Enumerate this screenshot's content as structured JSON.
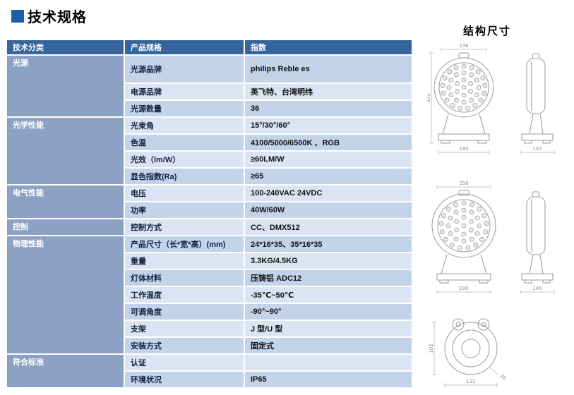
{
  "page": {
    "title": "技术规格"
  },
  "colors": {
    "header_bg": "#36649c",
    "category_bg": "#8ba2c4",
    "row_a_bg": "#c3d3ea",
    "row_b_bg": "#dae4f3",
    "title_square": "#1a5fa8"
  },
  "table": {
    "headers": [
      "技术分类",
      "产品规格",
      "指数"
    ],
    "groups": [
      {
        "category": "光源",
        "rows": [
          {
            "spec": "光源品牌",
            "value": "philips Reble es"
          },
          {
            "spec": "电源品牌",
            "value": "英飞特、台湾明纬"
          },
          {
            "spec": "光源数量",
            "value": "36"
          }
        ]
      },
      {
        "category": "光学性能",
        "rows": [
          {
            "spec": "光束角",
            "value": "15°/30°/60°"
          },
          {
            "spec": "色温",
            "value": "4100/5000/6500K 、RGB"
          },
          {
            "spec": "光效（lm/W）",
            "value": "≥60LM/W"
          },
          {
            "spec": "显色指数(Ra)",
            "value": "≥65"
          }
        ]
      },
      {
        "category": "电气性能",
        "rows": [
          {
            "spec": "电压",
            "value": "100-240VAC  24VDC"
          },
          {
            "spec": "功率",
            "value": "40W/60W"
          }
        ]
      },
      {
        "category": "控制",
        "rows": [
          {
            "spec": "控制方式",
            "value": "CC、DMX512"
          }
        ]
      },
      {
        "category": "物理性能",
        "rows": [
          {
            "spec": "产品尺寸（长*宽*高）(mm)",
            "value": "24*16*35、35*16*35"
          },
          {
            "spec": "重量",
            "value": "3.3KG/4.5KG"
          },
          {
            "spec": "灯体材料",
            "value": "压铸铝 ADC12"
          },
          {
            "spec": "工作温度",
            "value": "-35℃~50℃"
          },
          {
            "spec": "可调角度",
            "value": "-90°~90°"
          },
          {
            "spec": "支架",
            "value": "J 型/U 型"
          },
          {
            "spec": "安装方式",
            "value": "固定式"
          }
        ]
      },
      {
        "category": "符合标准",
        "rows": [
          {
            "spec": "认证",
            "value": ""
          },
          {
            "spec": "环境状况",
            "value": "IP65"
          }
        ]
      }
    ]
  },
  "diagram": {
    "title": "结构尺寸",
    "dims": {
      "front1_width": "236",
      "front1_height": "332",
      "front1_base_width": "190",
      "side1_base_width": "145",
      "front2_width": "258",
      "front2_base_width": "190",
      "side2_base_width": "145",
      "bottom_depth": "102",
      "bottom_width": "132",
      "bottom_hole": "26"
    }
  }
}
